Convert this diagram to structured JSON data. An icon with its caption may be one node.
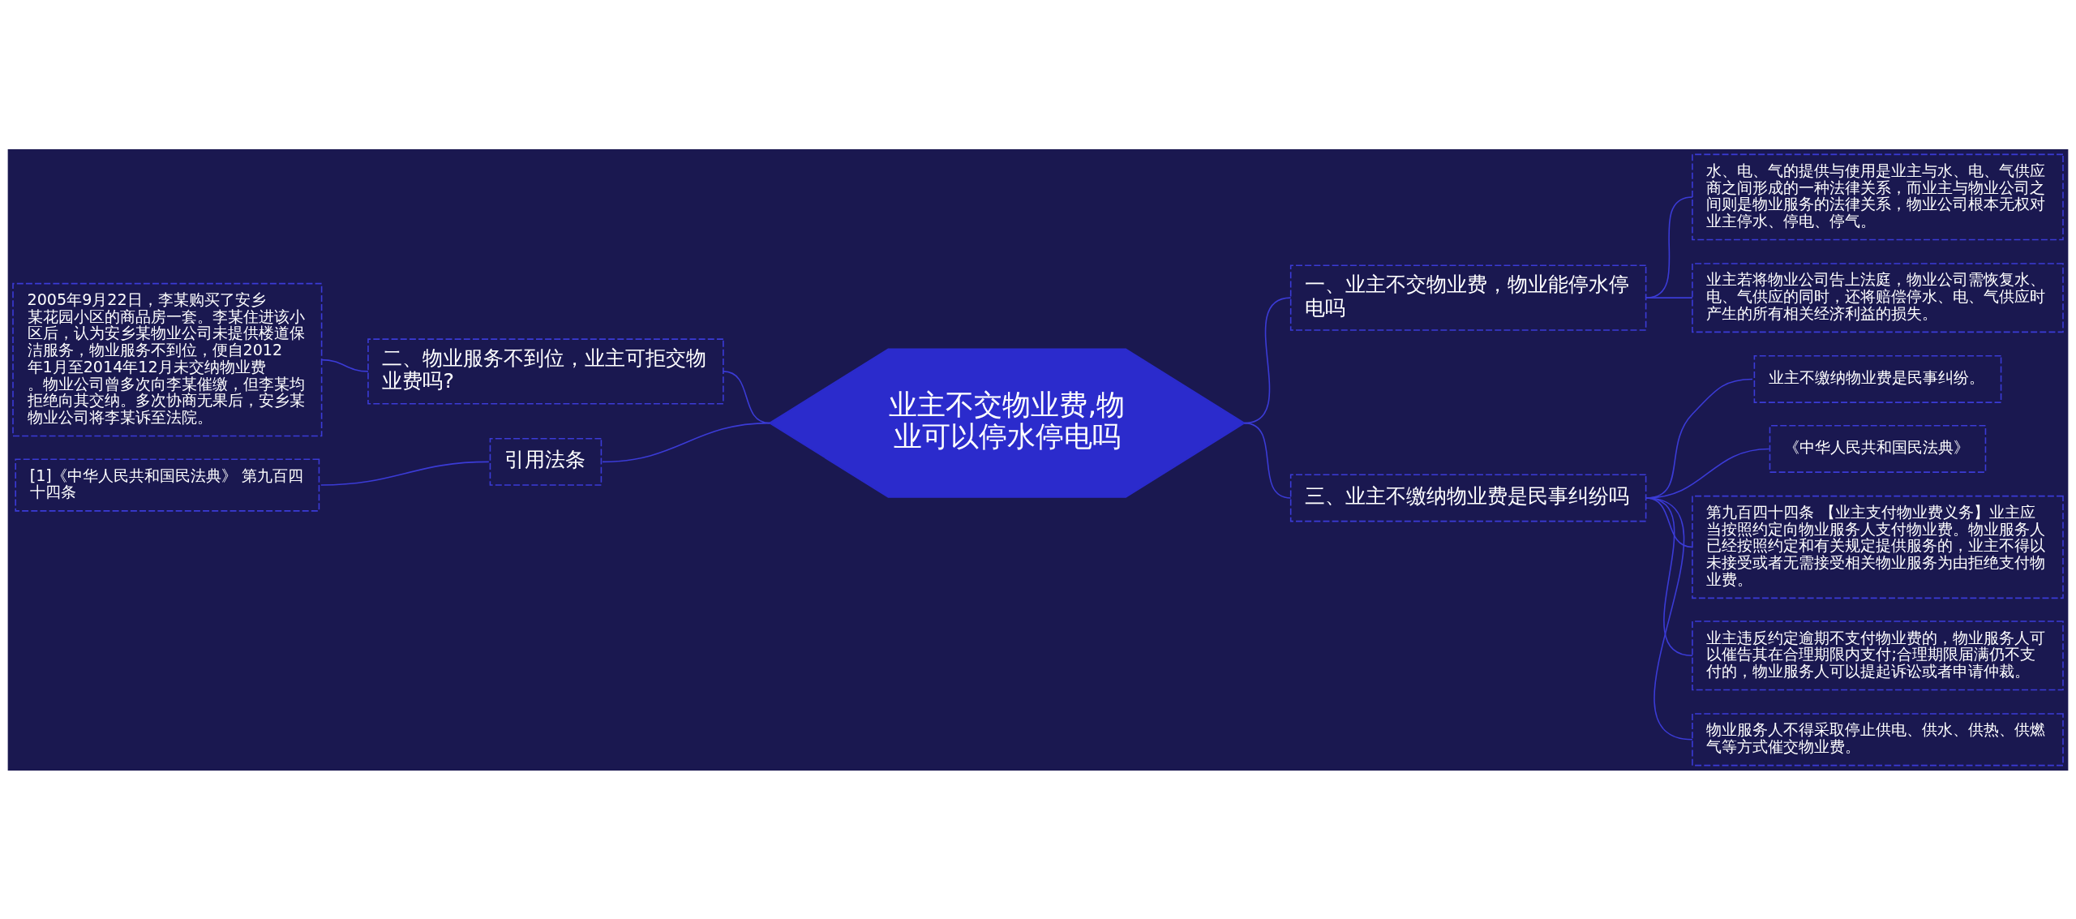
{
  "diagram": {
    "nodes": [
      {
        "text": [
          "业主不交物业费,物业可以停水停电吗"
        ]
      },
      {
        "text": [
          "一、业主不交物业费，物业能停水停电吗"
        ]
      },
      {
        "text": [
          "水、电、气的提供与使用是业主与水、电、气供应商之间形成的一种法律关系，而业主与物业公司之间则是物业服务的法律关系，物业公司根本无权对业主停水、停电、停气。"
        ]
      },
      {
        "text": [
          "业主若将物业公司告上法庭，物业公司需恢复水、电、气供应的同时，还将赔偿停水、电、气供应时产生的所有相关经济利益的损失。"
        ]
      },
      {
        "text": [
          "三、业主不缴纳物业费是民事纠纷吗"
        ]
      },
      {
        "text": [
          "业主不缴纳物业费是民事纠纷。"
        ]
      },
      {
        "text": [
          "《中华人民共和国民法典》"
        ]
      },
      {
        "text": [
          "第九百四十四条 【业主支付物业费义务】业主应当按照约定向物业服务人支付物业费。物业服务人已经按照约定和有关规定提供服务的，业主不得以未接受或者无需接受相关物业服务为由拒绝支付物业费。"
        ]
      },
      {
        "text": [
          "业主违反约定逾期不支付物业费的，物业服务人可以催告其在合理期限内支付;合理期限届满仍不支付的，物业服务人可以提起诉讼或者申请仲裁。"
        ]
      },
      {
        "text": [
          "物业服务人不得采取停止供电、供水、供热、供燃气等方式催交物业费。"
        ]
      },
      {
        "text": [
          "二、物业服务不到位，业主可拒交物业费吗?"
        ]
      },
      {
        "text": [
          "2005年9月22日，李某购买了安乡某花园小区的商品房一套。李某住进该小区后，认为安乡某物业公司未提供楼道保洁服务，物业服务不到位，便自2012年1月至2014年12月未交纳物业费。物业公司曾多次向李某催缴，但李某均拒绝向其交纳。多次协商无果后，安乡某物业公司将李某诉至法院。"
        ]
      },
      {
        "text": [
          "引用法条"
        ]
      },
      {
        "text": [
          "[1]《中华人民共和国民法典》 第九百四十四条"
        ]
      }
    ],
    "edges": [
      {
        "from": 0,
        "to": 1,
        "arrow": "none"
      },
      {
        "from": 1,
        "to": 2,
        "arrow": "none"
      },
      {
        "from": 1,
        "to": 3,
        "arrow": "none"
      },
      {
        "from": 0,
        "to": 4,
        "arrow": "none"
      },
      {
        "from": 4,
        "to": 5,
        "arrow": "none"
      },
      {
        "from": 4,
        "to": 6,
        "arrow": "none"
      },
      {
        "from": 4,
        "to": 7,
        "arrow": "none"
      },
      {
        "from": 4,
        "to": 8,
        "arrow": "none"
      },
      {
        "from": 4,
        "to": 9,
        "arrow": "none"
      },
      {
        "from": 0,
        "to": 10,
        "arrow": "none"
      },
      {
        "from": 10,
        "to": 11,
        "arrow": "none"
      },
      {
        "from": 0,
        "to": 12,
        "arrow": "none"
      },
      {
        "from": 12,
        "to": 13,
        "arrow": "none"
      }
    ]
  }
}
